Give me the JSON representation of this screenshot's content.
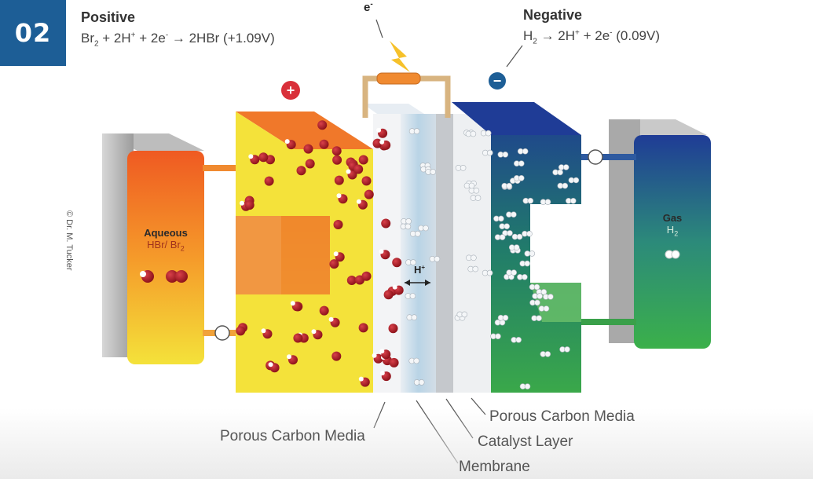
{
  "badge": "02",
  "positive": {
    "title": "Positive",
    "eq_br": "Br",
    "eq_sub2a": "2",
    "eq_mid": " + 2H",
    "eq_plus": "+",
    "eq_mid2": " + 2e",
    "eq_minus": "-",
    "eq_end": " → 2HBr (+1.09V)"
  },
  "negative": {
    "title": "Negative",
    "eq_h": "H",
    "eq_sub2": "2",
    "eq_mid": " → 2H",
    "eq_plus": "+",
    "eq_mid2": " + 2e",
    "eq_minus": "-",
    "eq_end": "  (0.09V)"
  },
  "electron_label": "e",
  "electron_sup": "-",
  "plus_sign": "+",
  "minus_sign": "−",
  "proton_label": "H",
  "proton_sup": "+",
  "left_tank": {
    "title": "Aqueous",
    "subtitle": "HBr/ Br",
    "subtitle_sub": "2"
  },
  "right_tank": {
    "title": "Gas",
    "subtitle": "H",
    "subtitle_sub": "2"
  },
  "credit": "© Dr. M. Tucker",
  "labels": {
    "porous_left": "Porous Carbon Media",
    "porous_right": "Porous Carbon Media",
    "catalyst": "Catalyst Layer",
    "membrane": "Membrane"
  },
  "colors": {
    "badge": "#1d5e96",
    "positive_red": "#d9303a",
    "negative_blue": "#1d5e96",
    "orange": "#ef7a1f",
    "yellow": "#f4e23a",
    "green": "#3bb04a",
    "navy": "#1f3c96",
    "molecule_red": "#a11722"
  }
}
